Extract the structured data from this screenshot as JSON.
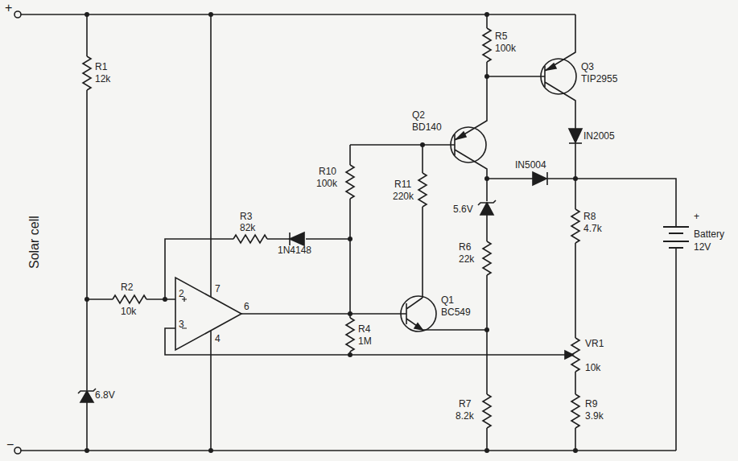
{
  "diagram": {
    "labels": [
      "+",
      "−",
      "Solar cell",
      "R1",
      "12k",
      "6.8V",
      "R2",
      "10k",
      "2",
      "3",
      "7",
      "4",
      "6",
      "R3",
      "82k",
      "1N4148",
      "R10",
      "100k",
      "R11",
      "220k",
      "R4",
      "1M",
      "Q1",
      "BC549",
      "Q2",
      "BD140",
      "R5",
      "100k",
      "Q3",
      "TIP2955",
      "IN2005",
      "IN5004",
      "5.6V",
      "R6",
      "22k",
      "R7",
      "8.2k",
      "R8",
      "4.7k",
      "VR1",
      "10k",
      "R9",
      "3.9k",
      "+",
      "Battery",
      "12V"
    ]
  }
}
